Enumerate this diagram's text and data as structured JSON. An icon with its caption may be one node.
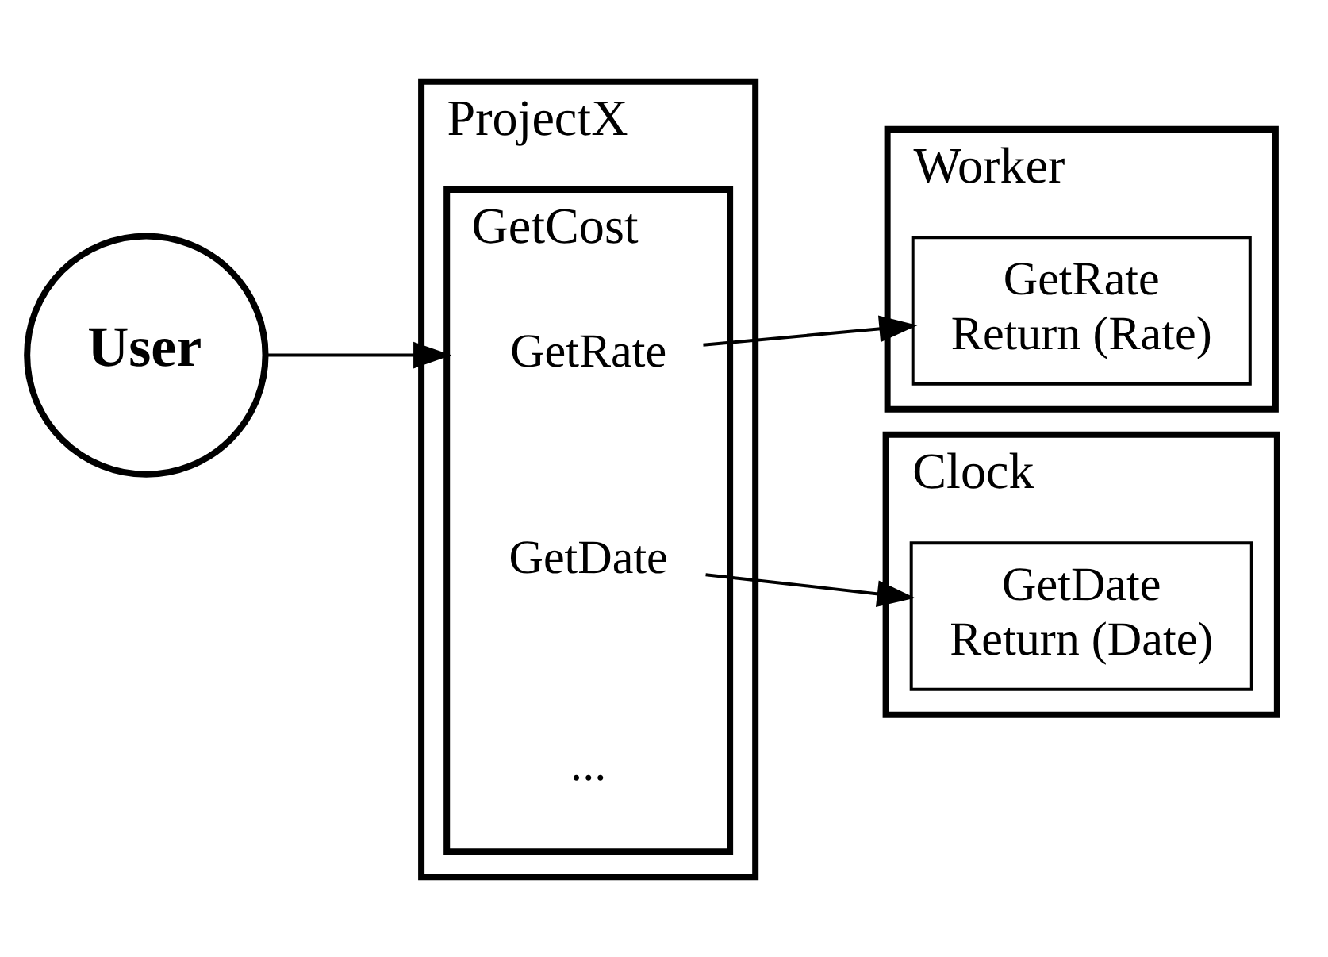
{
  "diagram": {
    "nodes": [
      {
        "text": [
          "User"
        ]
      },
      {
        "text": [
          "ProjectX"
        ]
      },
      {
        "text": [
          "GetCost"
        ],
        "in": 1
      },
      {
        "text": [
          "GetRate"
        ],
        "in": 2
      },
      {
        "text": [
          "GetDate"
        ],
        "in": 2
      },
      {
        "text": [
          "..."
        ],
        "in": 2
      },
      {
        "text": [
          "Worker"
        ]
      },
      {
        "text": [
          "GetRate",
          "Return (Rate)"
        ],
        "in": 6
      },
      {
        "text": [
          "Clock"
        ]
      },
      {
        "text": [
          "GetDate",
          "Return (Date)"
        ],
        "in": 8
      }
    ],
    "edges": [
      {
        "from": 0,
        "to": 2,
        "arrow": "to"
      },
      {
        "from": 3,
        "to": 7,
        "arrow": "to"
      },
      {
        "from": 4,
        "to": 9,
        "arrow": "to"
      }
    ]
  }
}
